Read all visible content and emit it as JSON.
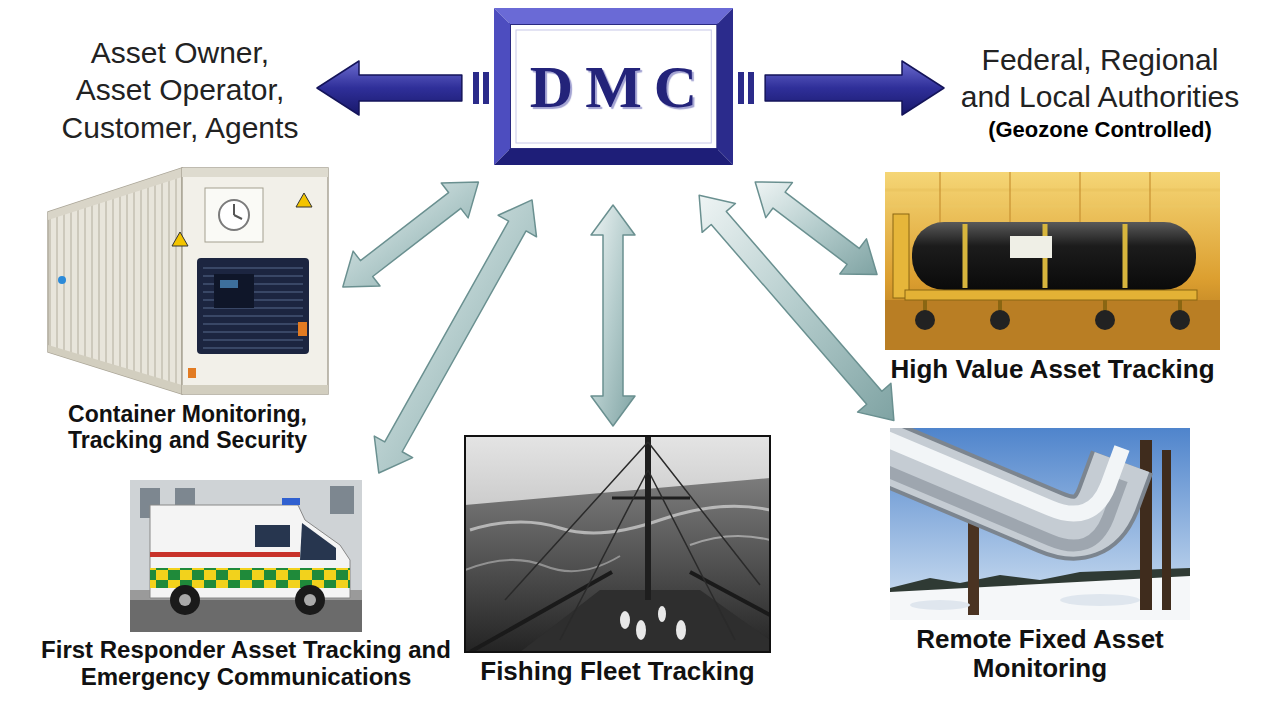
{
  "diagram": {
    "nodes": [
      {
        "text": [
          "DMC"
        ]
      },
      {
        "text": [
          "Asset Owner, Asset Operator, Customer, Agents"
        ]
      },
      {
        "text": [
          "Federal, Regional and Local Authorities",
          "(Geozone Controlled)"
        ]
      },
      {
        "text": [
          "Container Monitoring, Tracking and Security"
        ]
      },
      {
        "text": [
          "High Value Asset Tracking"
        ]
      },
      {
        "text": [
          "First Responder Asset Tracking and Emergency Communications"
        ]
      },
      {
        "text": [
          "Fishing Fleet Tracking"
        ]
      },
      {
        "text": [
          "Remote Fixed Asset Monitoring"
        ]
      }
    ],
    "edges": [
      {
        "from": 0,
        "to": 1,
        "arrow": "to"
      },
      {
        "from": 0,
        "to": 2,
        "arrow": "to"
      },
      {
        "from": 0,
        "to": 3,
        "arrow": "both"
      },
      {
        "from": 0,
        "to": 4,
        "arrow": "both"
      },
      {
        "from": 0,
        "to": 5,
        "arrow": "both"
      },
      {
        "from": 0,
        "to": 6,
        "arrow": "both"
      },
      {
        "from": 0,
        "to": 7,
        "arrow": "both"
      }
    ]
  }
}
